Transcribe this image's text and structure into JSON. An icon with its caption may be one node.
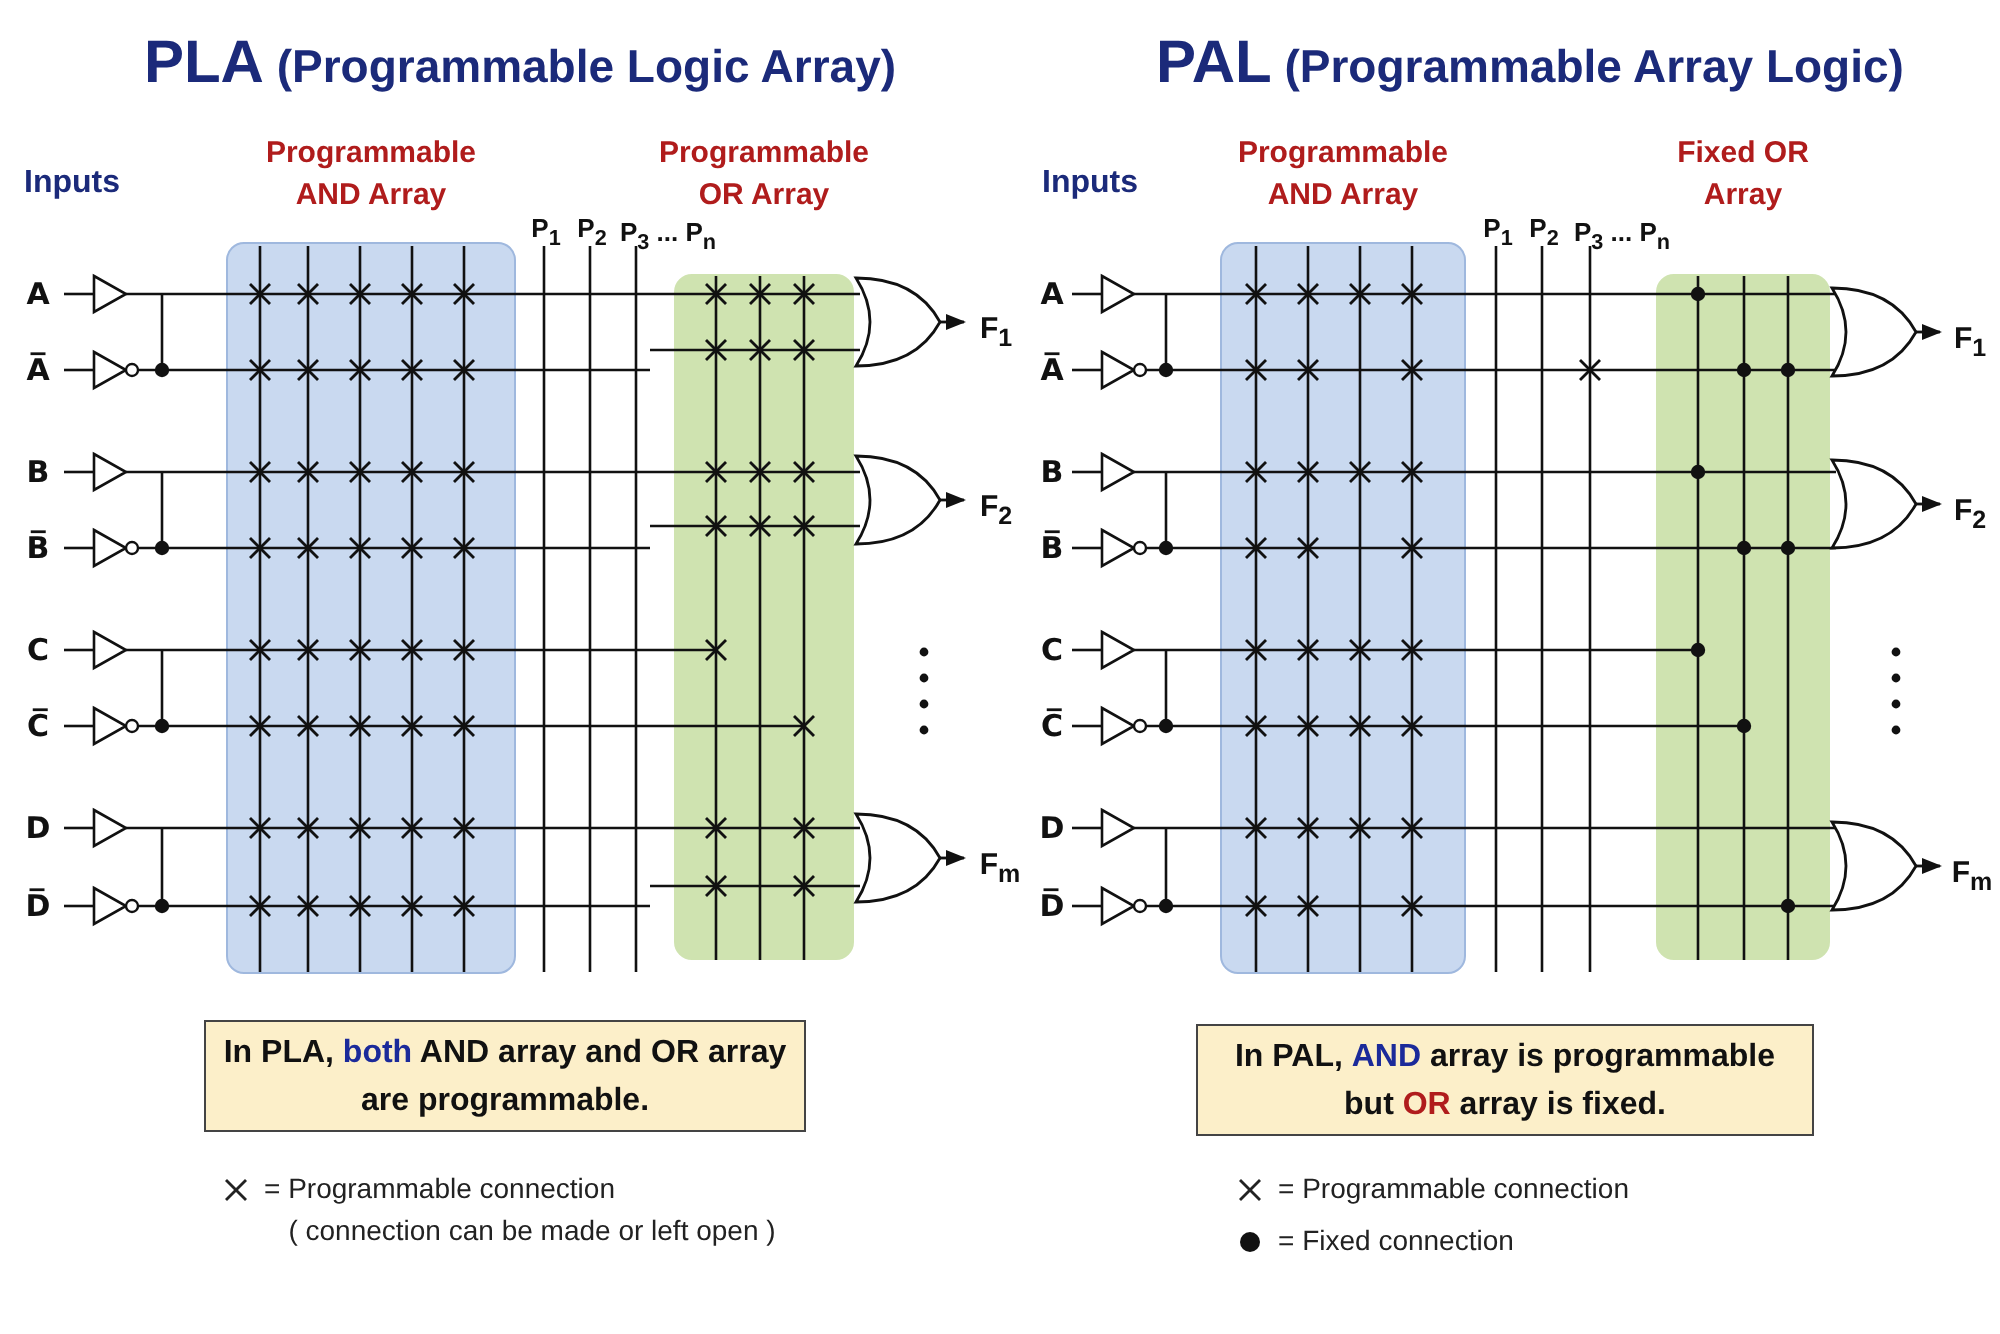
{
  "diagram": {
    "nodes": [
      {
        "text": [
          "Programmable AND Array"
        ]
      },
      {
        "text": [
          "Programmable OR Array"
        ]
      },
      {
        "text": [
          "In PLA, **both** AND array and OR array are programmable."
        ]
      },
      {
        "text": [
          "Programmable AND Array"
        ]
      },
      {
        "text": [
          "Fixed OR Array"
        ]
      },
      {
        "text": [
          "In PAL, **AND** array is programmable but **OR** array is fixed."
        ]
      }
    ],
    "edges": [],
    "labels": [
      "**PLA** (Programmable Logic Array)",
      "**PAL** (Programmable Array Logic)",
      "Inputs",
      "A",
      "A̅",
      "B",
      "B̅",
      "C",
      "C̅",
      "D",
      "D̅",
      "P$_{1}$",
      "P$_{2}$",
      "P$_{3}$ ... P$_{n}$",
      "F$_{1}$",
      "F$_{2}$",
      "F$_{m}$",
      "Inputs",
      "A",
      "A̅",
      "B",
      "B̅",
      "C",
      "C̅",
      "D",
      "D̅",
      "P$_{1}$",
      "P$_{2}$",
      "P$_{3}$ ... P$_{n}$",
      "F$_{1}$",
      "F$_{2}$",
      "F$_{m}$",
      "( connection can be made or left open )"
    ],
    "legend": [
      {
        "text": "= Programmable connection"
      },
      {
        "text": "= Programmable connection"
      },
      {
        "text": "= Fixed connection"
      }
    ]
  }
}
